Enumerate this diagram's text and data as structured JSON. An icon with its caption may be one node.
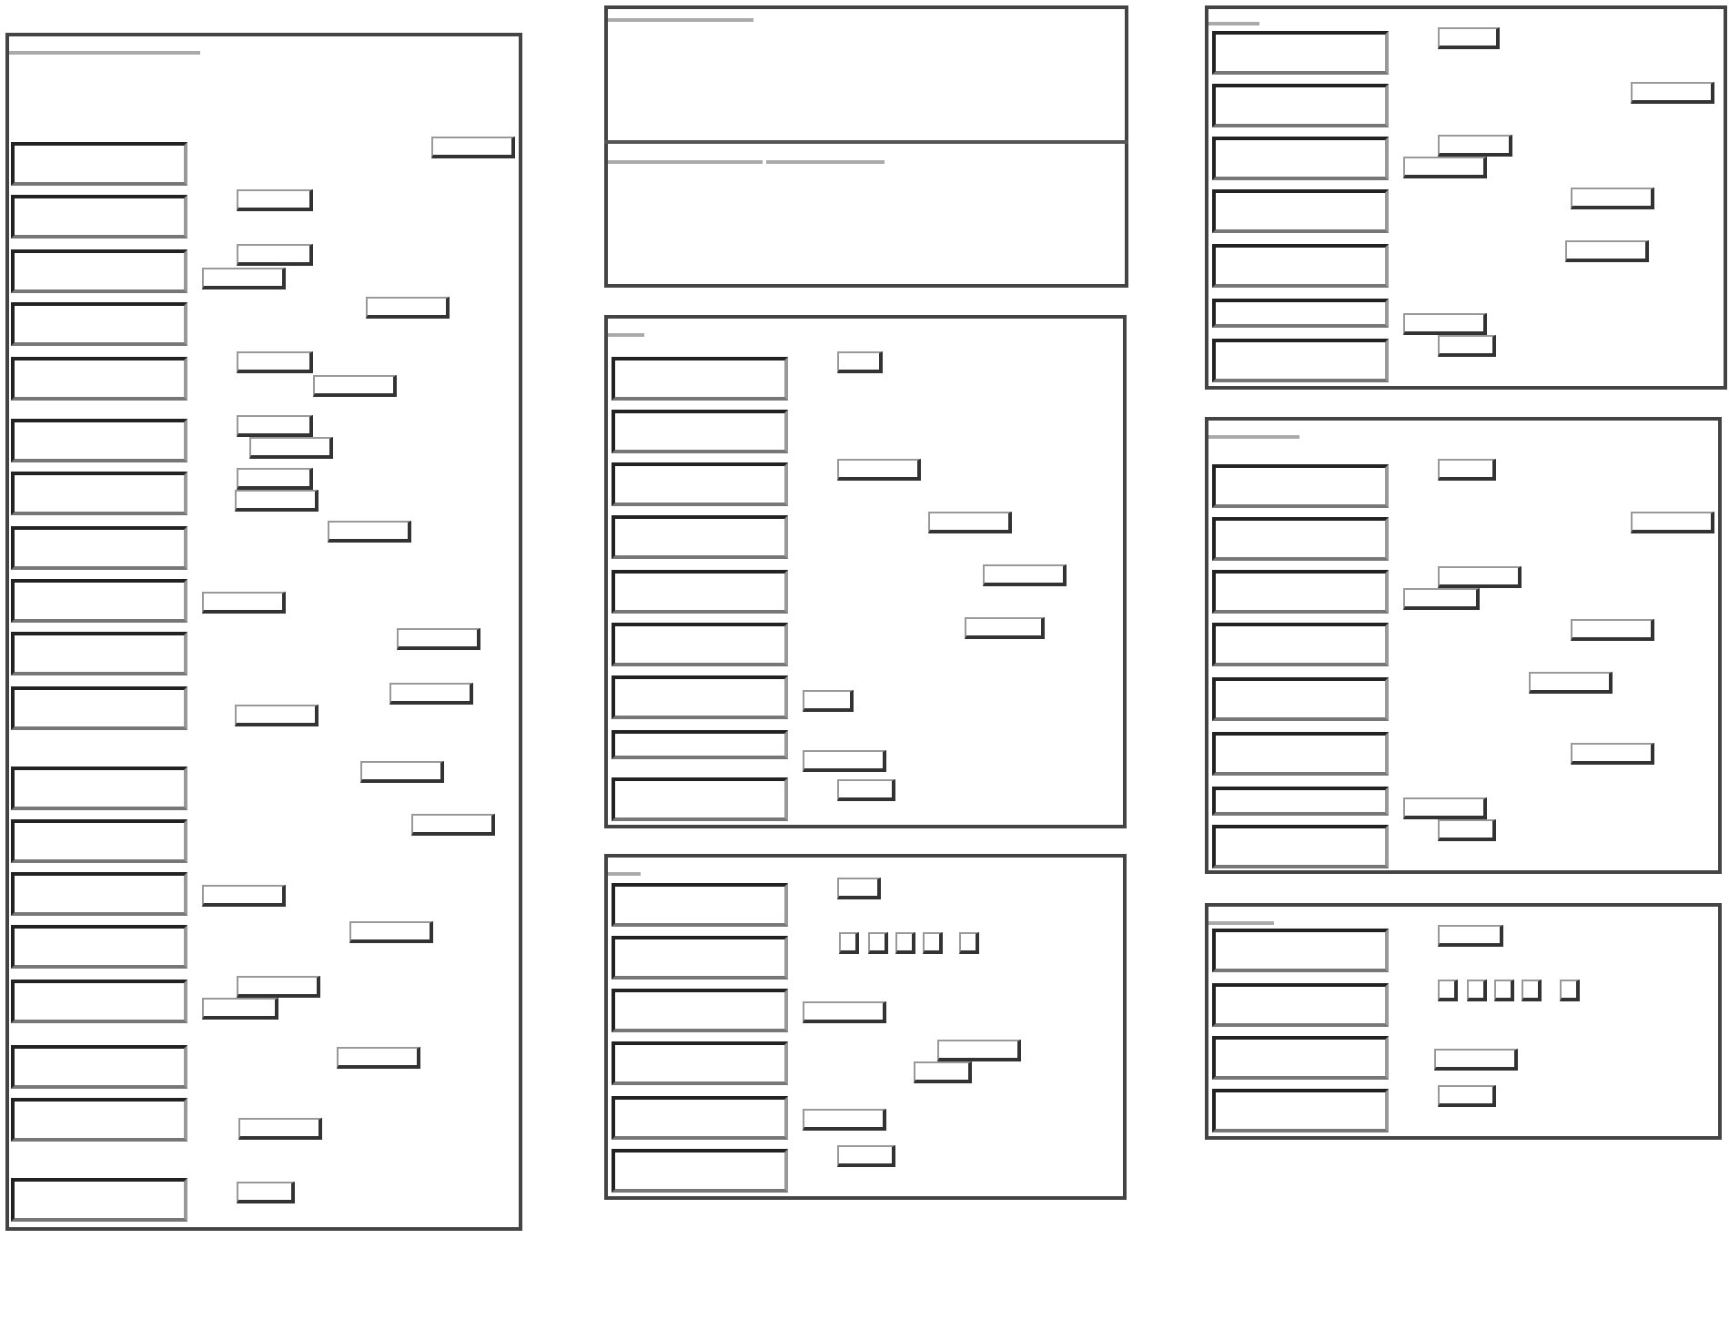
{
  "diagram": {
    "nodes": [
      {
        "text": [],
        "shape": "box"
      },
      {
        "text": [],
        "shape": "box",
        "in": 0
      },
      {
        "text": [],
        "shape": "field",
        "in": 0
      },
      {
        "text": [],
        "shape": "box",
        "in": 0
      },
      {
        "text": [],
        "shape": "field",
        "in": 0
      },
      {
        "text": [],
        "shape": "box",
        "in": 0
      },
      {
        "text": [],
        "shape": "field",
        "in": 0
      },
      {
        "text": [],
        "shape": "field",
        "in": 0
      },
      {
        "text": [],
        "shape": "box",
        "in": 0
      },
      {
        "text": [],
        "shape": "field",
        "in": 0
      },
      {
        "text": [],
        "shape": "box",
        "in": 0
      },
      {
        "text": [],
        "shape": "field",
        "in": 0
      },
      {
        "text": [],
        "shape": "field",
        "in": 0
      },
      {
        "text": [],
        "shape": "box",
        "in": 0
      },
      {
        "text": [],
        "shape": "field",
        "in": 0
      },
      {
        "text": [],
        "shape": "field",
        "in": 0
      },
      {
        "text": [],
        "shape": "box",
        "in": 0
      },
      {
        "text": [],
        "shape": "field",
        "in": 0
      },
      {
        "text": [],
        "shape": "field",
        "in": 0
      },
      {
        "text": [],
        "shape": "box",
        "in": 0
      },
      {
        "text": [],
        "shape": "field",
        "in": 0
      },
      {
        "text": [],
        "shape": "box",
        "in": 0
      },
      {
        "text": [],
        "shape": "field",
        "in": 0
      },
      {
        "text": [],
        "shape": "box",
        "in": 0
      },
      {
        "text": [],
        "shape": "field",
        "in": 0
      },
      {
        "text": [],
        "shape": "box",
        "in": 0
      },
      {
        "text": [],
        "shape": "field",
        "in": 0
      },
      {
        "text": [],
        "shape": "field",
        "in": 0
      },
      {
        "text": [],
        "shape": "box",
        "in": 0
      },
      {
        "text": [],
        "shape": "field",
        "in": 0
      },
      {
        "text": [],
        "shape": "box",
        "in": 0
      },
      {
        "text": [],
        "shape": "field",
        "in": 0
      },
      {
        "text": [],
        "shape": "box",
        "in": 0
      },
      {
        "text": [],
        "shape": "field",
        "in": 0
      },
      {
        "text": [],
        "shape": "box",
        "in": 0
      },
      {
        "text": [],
        "shape": "field",
        "in": 0
      },
      {
        "text": [],
        "shape": "box",
        "in": 0
      },
      {
        "text": [],
        "shape": "field",
        "in": 0
      },
      {
        "text": [],
        "shape": "field",
        "in": 0
      },
      {
        "text": [],
        "shape": "box",
        "in": 0
      },
      {
        "text": [],
        "shape": "field",
        "in": 0
      },
      {
        "text": [],
        "shape": "box",
        "in": 0
      },
      {
        "text": [],
        "shape": "field",
        "in": 0
      },
      {
        "text": [],
        "shape": "box",
        "in": 0
      },
      {
        "text": [],
        "shape": "field",
        "in": 0
      },
      {
        "text": [],
        "shape": "box"
      },
      {
        "text": [],
        "shape": "box"
      },
      {
        "text": [],
        "shape": "box",
        "in": 46
      },
      {
        "text": [],
        "shape": "field",
        "in": 46
      },
      {
        "text": [],
        "shape": "box",
        "in": 46
      },
      {
        "text": [],
        "shape": "box",
        "in": 46
      },
      {
        "text": [],
        "shape": "field",
        "in": 46
      },
      {
        "text": [],
        "shape": "box",
        "in": 46
      },
      {
        "text": [],
        "shape": "field",
        "in": 46
      },
      {
        "text": [],
        "shape": "box",
        "in": 46
      },
      {
        "text": [],
        "shape": "field",
        "in": 46
      },
      {
        "text": [],
        "shape": "box",
        "in": 46
      },
      {
        "text": [],
        "shape": "field",
        "in": 46
      },
      {
        "text": [],
        "shape": "box",
        "in": 46
      },
      {
        "text": [],
        "shape": "field",
        "in": 46
      },
      {
        "text": [],
        "shape": "box",
        "in": 46
      },
      {
        "text": [],
        "shape": "field",
        "in": 46
      },
      {
        "text": [],
        "shape": "box",
        "in": 46
      },
      {
        "text": [],
        "shape": "field",
        "in": 46
      },
      {
        "text": [],
        "shape": "box"
      },
      {
        "text": [],
        "shape": "box",
        "in": 64
      },
      {
        "text": [],
        "shape": "field",
        "in": 64
      },
      {
        "text": [],
        "shape": "box",
        "in": 64
      },
      {
        "text": [],
        "shape": "checkbox",
        "in": 64
      },
      {
        "text": [],
        "shape": "checkbox",
        "in": 64
      },
      {
        "text": [],
        "shape": "checkbox",
        "in": 64
      },
      {
        "text": [],
        "shape": "checkbox",
        "in": 64
      },
      {
        "text": [],
        "shape": "checkbox",
        "in": 64
      },
      {
        "text": [],
        "shape": "box",
        "in": 64
      },
      {
        "text": [],
        "shape": "field",
        "in": 64
      },
      {
        "text": [],
        "shape": "box",
        "in": 64
      },
      {
        "text": [],
        "shape": "field",
        "in": 64
      },
      {
        "text": [],
        "shape": "field",
        "in": 64
      },
      {
        "text": [],
        "shape": "box",
        "in": 64
      },
      {
        "text": [],
        "shape": "field",
        "in": 64
      },
      {
        "text": [],
        "shape": "box",
        "in": 64
      },
      {
        "text": [],
        "shape": "field",
        "in": 64
      },
      {
        "text": [],
        "shape": "box"
      },
      {
        "text": [],
        "shape": "box",
        "in": 82
      },
      {
        "text": [],
        "shape": "field",
        "in": 82
      },
      {
        "text": [],
        "shape": "box",
        "in": 82
      },
      {
        "text": [],
        "shape": "field",
        "in": 82
      },
      {
        "text": [],
        "shape": "box",
        "in": 82
      },
      {
        "text": [],
        "shape": "field",
        "in": 82
      },
      {
        "text": [],
        "shape": "field",
        "in": 82
      },
      {
        "text": [],
        "shape": "box",
        "in": 82
      },
      {
        "text": [],
        "shape": "field",
        "in": 82
      },
      {
        "text": [],
        "shape": "box",
        "in": 82
      },
      {
        "text": [],
        "shape": "field",
        "in": 82
      },
      {
        "text": [],
        "shape": "box",
        "in": 82
      },
      {
        "text": [],
        "shape": "field",
        "in": 82
      },
      {
        "text": [],
        "shape": "box",
        "in": 82
      },
      {
        "text": [],
        "shape": "field",
        "in": 82
      },
      {
        "text": [],
        "shape": "box"
      },
      {
        "text": [],
        "shape": "box",
        "in": 98
      },
      {
        "text": [],
        "shape": "field",
        "in": 98
      },
      {
        "text": [],
        "shape": "box",
        "in": 98
      },
      {
        "text": [],
        "shape": "field",
        "in": 98
      },
      {
        "text": [],
        "shape": "box",
        "in": 98
      },
      {
        "text": [],
        "shape": "field",
        "in": 98
      },
      {
        "text": [],
        "shape": "field",
        "in": 98
      },
      {
        "text": [],
        "shape": "box",
        "in": 98
      },
      {
        "text": [],
        "shape": "field",
        "in": 98
      },
      {
        "text": [],
        "shape": "box",
        "in": 98
      },
      {
        "text": [],
        "shape": "field",
        "in": 98
      },
      {
        "text": [],
        "shape": "box",
        "in": 98
      },
      {
        "text": [],
        "shape": "field",
        "in": 98
      },
      {
        "text": [],
        "shape": "box",
        "in": 98
      },
      {
        "text": [],
        "shape": "field",
        "in": 98
      },
      {
        "text": [],
        "shape": "box",
        "in": 98
      },
      {
        "text": [],
        "shape": "field",
        "in": 98
      },
      {
        "text": [],
        "shape": "box"
      },
      {
        "text": [],
        "shape": "box",
        "in": 116
      },
      {
        "text": [],
        "shape": "field",
        "in": 116
      },
      {
        "text": [],
        "shape": "box",
        "in": 116
      },
      {
        "text": [],
        "shape": "checkbox",
        "in": 116
      },
      {
        "text": [],
        "shape": "checkbox",
        "in": 116
      },
      {
        "text": [],
        "shape": "checkbox",
        "in": 116
      },
      {
        "text": [],
        "shape": "checkbox",
        "in": 116
      },
      {
        "text": [],
        "shape": "checkbox",
        "in": 116
      },
      {
        "text": [],
        "shape": "box",
        "in": 116
      },
      {
        "text": [],
        "shape": "field",
        "in": 116
      },
      {
        "text": [],
        "shape": "box",
        "in": 116
      },
      {
        "text": [],
        "shape": "field",
        "in": 116
      }
    ]
  }
}
